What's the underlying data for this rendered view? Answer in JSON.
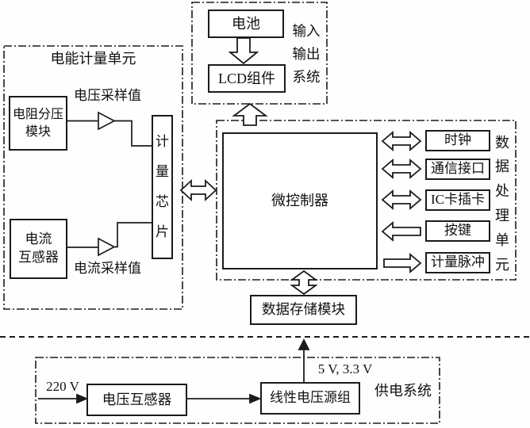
{
  "colors": {
    "ink": "#1b1b1b",
    "background": "#fefefe"
  },
  "io_system": {
    "label": "输入\n输出\n系统",
    "battery": "电池",
    "lcd": "LCD组件"
  },
  "metering_unit": {
    "title": "电能计量单元",
    "resistor_divider": "电阻分压\n模块",
    "current_transformer": "电流\n互感器",
    "voltage_sample_label": "电压采样值",
    "current_sample_label": "电流采样值",
    "metering_chip": "计\n量\n芯\n片"
  },
  "processing_unit": {
    "mcu": "微控制器",
    "label": "数\n据\n处\n理\n单\n元",
    "peripherals": [
      "时钟",
      "通信接口",
      "IC卡插卡",
      "按键",
      "计量脉冲"
    ]
  },
  "storage": {
    "label": "数据存储模块"
  },
  "power_system": {
    "title": "供电系统",
    "input_label": "220 V",
    "voltage_transformer": "电压互感器",
    "linear_source": "线性电压源组",
    "output_label": "5 V, 3.3 V"
  }
}
